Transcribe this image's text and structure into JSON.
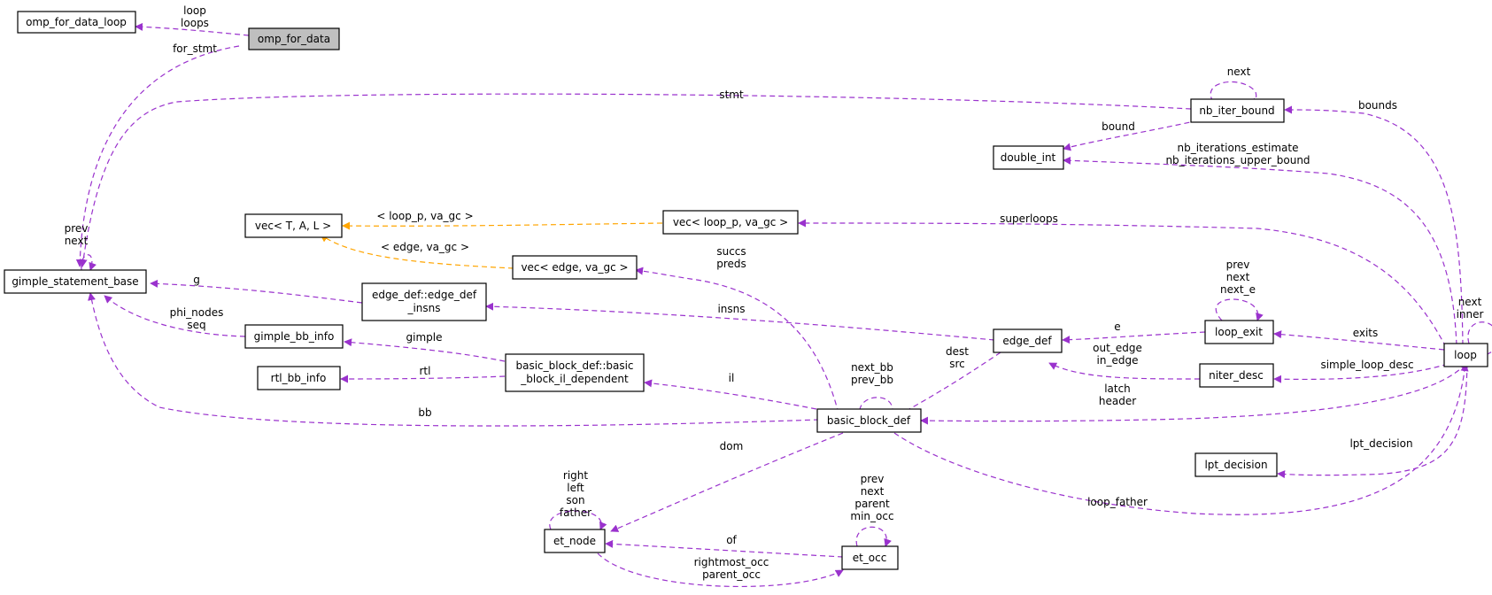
{
  "diagram": {
    "colors": {
      "pointer_edge": "#9a32cd",
      "template_edge": "#ffa500",
      "highlight_fill": "#bfbfbf"
    },
    "nodes": {
      "omp_for_data_loop": "omp_for_data_loop",
      "omp_for_data": "omp_for_data",
      "gimple_statement_base": "gimple_statement_base",
      "vec_tal": "vec< T, A, L >",
      "vec_loop_p": "vec< loop_p, va_gc >",
      "vec_edge": "vec< edge, va_gc >",
      "edge_def_insns_1": "edge_def::edge_def",
      "edge_def_insns_2": "_insns",
      "gimple_bb_info": "gimple_bb_info",
      "rtl_bb_info": "rtl_bb_info",
      "bb_il_dep_1": "basic_block_def::basic",
      "bb_il_dep_2": "_block_il_dependent",
      "basic_block_def": "basic_block_def",
      "nb_iter_bound": "nb_iter_bound",
      "double_int": "double_int",
      "edge_def": "edge_def",
      "loop_exit": "loop_exit",
      "niter_desc": "niter_desc",
      "loop": "loop",
      "lpt_decision": "lpt_decision",
      "et_node": "et_node",
      "et_occ": "et_occ"
    },
    "edges": {
      "loop_loops": [
        "loop",
        "loops"
      ],
      "for_stmt": "for_stmt",
      "stmt": "stmt",
      "prev_next": [
        "prev",
        "next"
      ],
      "g": "g",
      "phi_nodes_seq": [
        "phi_nodes",
        "seq"
      ],
      "bb": "bb",
      "gimple": "gimple",
      "rtl": "rtl",
      "il": "il",
      "loop_p_va_gc": "< loop_p, va_gc >",
      "edge_va_gc": "< edge, va_gc >",
      "superloops": "superloops",
      "succs_preds": [
        "succs",
        "preds"
      ],
      "insns": "insns",
      "e": "e",
      "nb_next": "next",
      "bound": "bound",
      "bounds": "bounds",
      "nb_estimates": [
        "nb_iterations_estimate",
        "nb_iterations_upper_bound"
      ],
      "next_bb_prev_bb": [
        "next_bb",
        "prev_bb"
      ],
      "dest_src": [
        "dest",
        "src"
      ],
      "out_in_edge": [
        "out_edge",
        "in_edge"
      ],
      "loop_exit_self": [
        "prev",
        "next",
        "next_e"
      ],
      "exits": "exits",
      "simple_loop_desc": "simple_loop_desc",
      "latch_header": [
        "latch",
        "header"
      ],
      "next_inner": [
        "next",
        "inner"
      ],
      "lpt_decision": "lpt_decision",
      "loop_father": "loop_father",
      "dom": "dom",
      "et_node_self": [
        "right",
        "left",
        "son",
        "father"
      ],
      "et_occ_self": [
        "prev",
        "next",
        "parent",
        "min_occ"
      ],
      "of": "of",
      "rightmost_parent_occ": [
        "rightmost_occ",
        "parent_occ"
      ]
    }
  }
}
